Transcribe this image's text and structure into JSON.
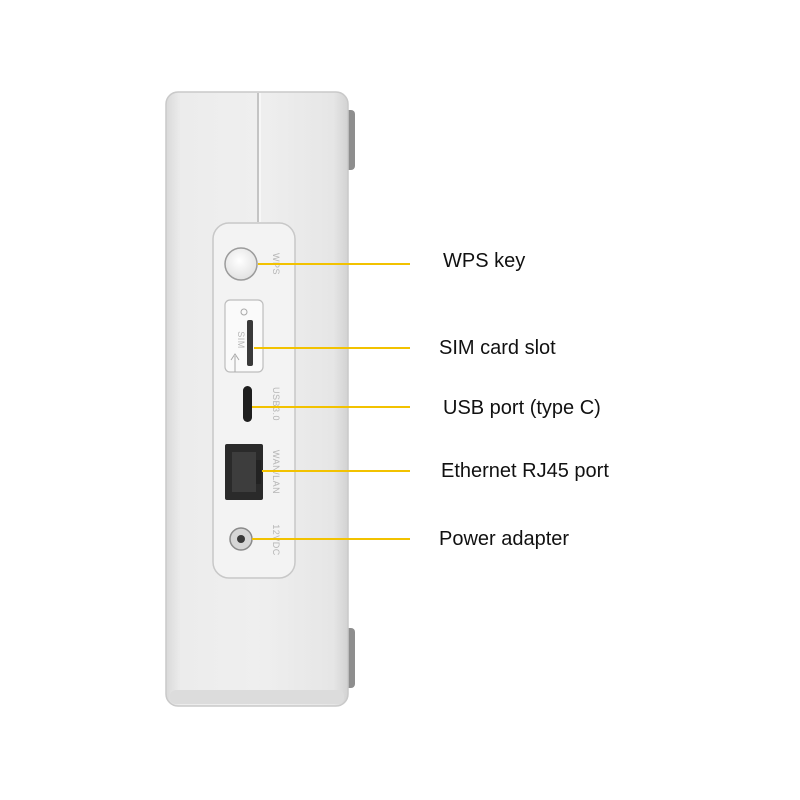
{
  "device": {
    "port_labels": {
      "wps": "WPS",
      "sim": "SIM",
      "usb": "USB3.0",
      "lan": "WAN/LAN",
      "dc": "12VDC"
    }
  },
  "callouts": [
    {
      "label": "WPS key"
    },
    {
      "label": "SIM card slot"
    },
    {
      "label": "USB port (type C)"
    },
    {
      "label": "Ethernet RJ45 port"
    },
    {
      "label": "Power adapter"
    }
  ],
  "colors": {
    "leader": "#f2c200",
    "body": "#ececec",
    "panel": "#f3f3f3",
    "edge": "#c9c9c9",
    "text": "#111111"
  }
}
